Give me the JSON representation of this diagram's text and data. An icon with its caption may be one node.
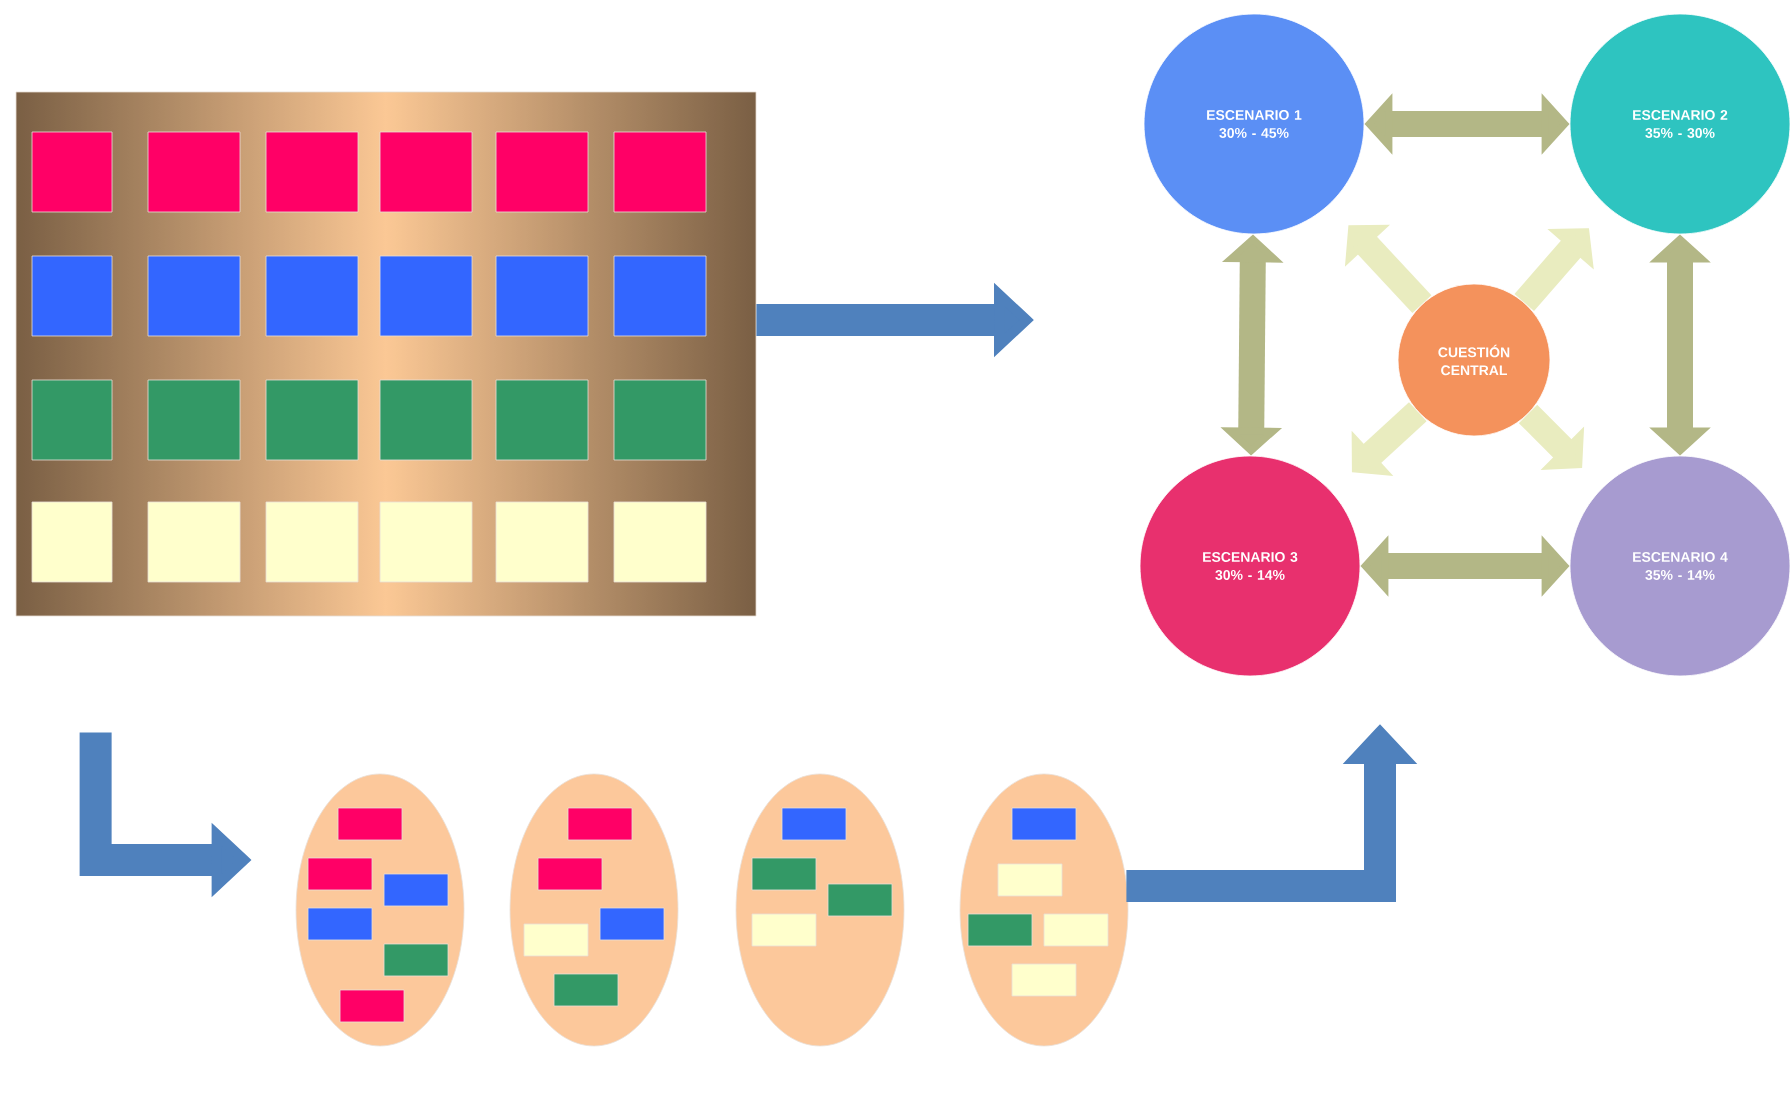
{
  "diagram": {
    "nodes": [
      {
        "text": [],
        "shape": "box"
      },
      {
        "text": [],
        "shape": "box",
        "in": 0
      },
      {
        "text": [],
        "shape": "box",
        "in": 0
      },
      {
        "text": [],
        "shape": "box",
        "in": 0
      },
      {
        "text": [],
        "shape": "box",
        "in": 0
      },
      {
        "text": [],
        "shape": "box",
        "in": 0
      },
      {
        "text": [],
        "shape": "box",
        "in": 0
      },
      {
        "text": [],
        "shape": "box",
        "in": 0
      },
      {
        "text": [],
        "shape": "box",
        "in": 0
      },
      {
        "text": [],
        "shape": "box",
        "in": 0
      },
      {
        "text": [],
        "shape": "box",
        "in": 0
      },
      {
        "text": [],
        "shape": "box",
        "in": 0
      },
      {
        "text": [],
        "shape": "box",
        "in": 0
      },
      {
        "text": [],
        "shape": "box",
        "in": 0
      },
      {
        "text": [],
        "shape": "box",
        "in": 0
      },
      {
        "text": [],
        "shape": "box",
        "in": 0
      },
      {
        "text": [],
        "shape": "box",
        "in": 0
      },
      {
        "text": [],
        "shape": "box",
        "in": 0
      },
      {
        "text": [],
        "shape": "box",
        "in": 0
      },
      {
        "text": [],
        "shape": "box",
        "in": 0
      },
      {
        "text": [],
        "shape": "box",
        "in": 0
      },
      {
        "text": [],
        "shape": "box",
        "in": 0
      },
      {
        "text": [],
        "shape": "box",
        "in": 0
      },
      {
        "text": [],
        "shape": "box",
        "in": 0
      },
      {
        "text": [],
        "shape": "box",
        "in": 0
      },
      {
        "text": [
          "ESCENARIO 1",
          "30% - 45%"
        ]
      },
      {
        "text": [
          "ESCENARIO 2",
          "35% - 30%"
        ]
      },
      {
        "text": [
          "ESCENARIO 3",
          "30% - 14%"
        ]
      },
      {
        "text": [
          "ESCENARIO 4",
          "35% - 14%"
        ]
      },
      {
        "text": [
          "CUESTIÓN CENTRAL"
        ]
      },
      {
        "text": [],
        "shape": "ellipse"
      },
      {
        "text": [],
        "shape": "ellipse"
      },
      {
        "text": [],
        "shape": "ellipse"
      },
      {
        "text": [],
        "shape": "ellipse"
      },
      {
        "text": [],
        "shape": "box",
        "in": 30
      },
      {
        "text": [],
        "shape": "box",
        "in": 30
      },
      {
        "text": [],
        "shape": "box",
        "in": 30
      },
      {
        "text": [],
        "shape": "box",
        "in": 30
      },
      {
        "text": [],
        "shape": "box",
        "in": 30
      },
      {
        "text": [],
        "shape": "box",
        "in": 30
      },
      {
        "text": [],
        "shape": "box",
        "in": 31
      },
      {
        "text": [],
        "shape": "box",
        "in": 31
      },
      {
        "text": [],
        "shape": "box",
        "in": 31
      },
      {
        "text": [],
        "shape": "box",
        "in": 31
      },
      {
        "text": [],
        "shape": "box",
        "in": 31
      },
      {
        "text": [],
        "shape": "box",
        "in": 32
      },
      {
        "text": [],
        "shape": "box",
        "in": 32
      },
      {
        "text": [],
        "shape": "box",
        "in": 32
      },
      {
        "text": [],
        "shape": "box",
        "in": 32
      },
      {
        "text": [],
        "shape": "box",
        "in": 33
      },
      {
        "text": [],
        "shape": "box",
        "in": 33
      },
      {
        "text": [],
        "shape": "box",
        "in": 33
      },
      {
        "text": [],
        "shape": "box",
        "in": 33
      },
      {
        "text": [],
        "shape": "box",
        "in": 33
      }
    ],
    "edges": [
      {
        "from": 0,
        "to": null,
        "arrow": "to",
        "color": "#4f81bd"
      },
      {
        "from": 0,
        "to": 30,
        "arrow": "to",
        "color": "#4f81bd"
      },
      {
        "from": 33,
        "to": null,
        "arrow": "to",
        "color": "#4f81bd"
      },
      {
        "from": 25,
        "to": 26,
        "arrow": "both"
      },
      {
        "from": 25,
        "to": 27,
        "arrow": "both"
      },
      {
        "from": 26,
        "to": 28,
        "arrow": "both"
      },
      {
        "from": 27,
        "to": 28,
        "arrow": "both"
      },
      {
        "from": 29,
        "to": 25,
        "arrow": "to",
        "color": "#e9ecbf"
      },
      {
        "from": 29,
        "to": 26,
        "arrow": "to",
        "color": "#e9ecbf"
      },
      {
        "from": 29,
        "to": 27,
        "arrow": "to",
        "color": "#e9ecbf"
      },
      {
        "from": 29,
        "to": 28,
        "arrow": "to",
        "color": "#e9ecbf"
      }
    ]
  }
}
